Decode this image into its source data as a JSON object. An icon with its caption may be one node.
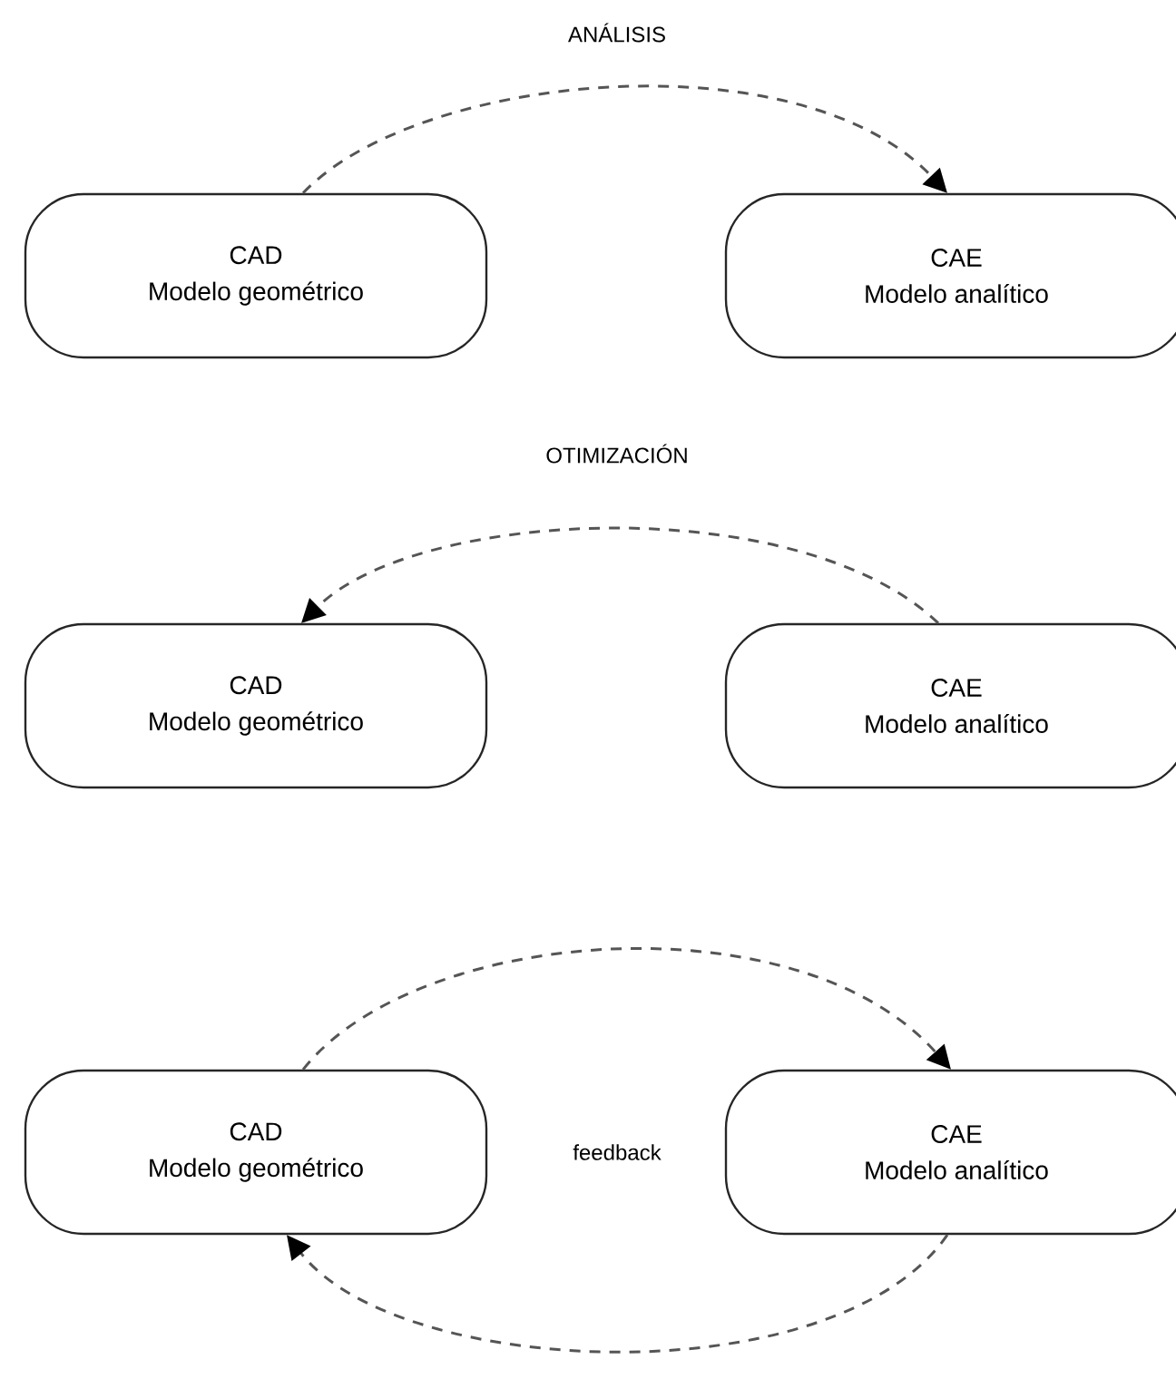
{
  "diagram": {
    "nodes": [
      {
        "text": [
          "CAD",
          "Modelo geométrico"
        ]
      },
      {
        "text": [
          "CAE",
          "Modelo analítico"
        ]
      },
      {
        "text": [
          "CAD",
          "Modelo geométrico"
        ]
      },
      {
        "text": [
          "CAE",
          "Modelo analítico"
        ]
      },
      {
        "text": [
          "CAD",
          "Modelo geométrico"
        ]
      },
      {
        "text": [
          "CAE",
          "Modelo analítico"
        ]
      }
    ],
    "edges": [
      {
        "from": 0,
        "to": 1,
        "arrow": "to",
        "label": "ANÁLISIS",
        "style": "dashed"
      },
      {
        "from": 3,
        "to": 2,
        "arrow": "to",
        "label": "OTIMIZACIÓN",
        "style": "dashed"
      },
      {
        "from": 4,
        "to": 5,
        "arrow": "to",
        "style": "dashed"
      },
      {
        "from": 5,
        "to": 4,
        "arrow": "to",
        "style": "dashed"
      }
    ],
    "labels": [
      "feedback"
    ]
  }
}
